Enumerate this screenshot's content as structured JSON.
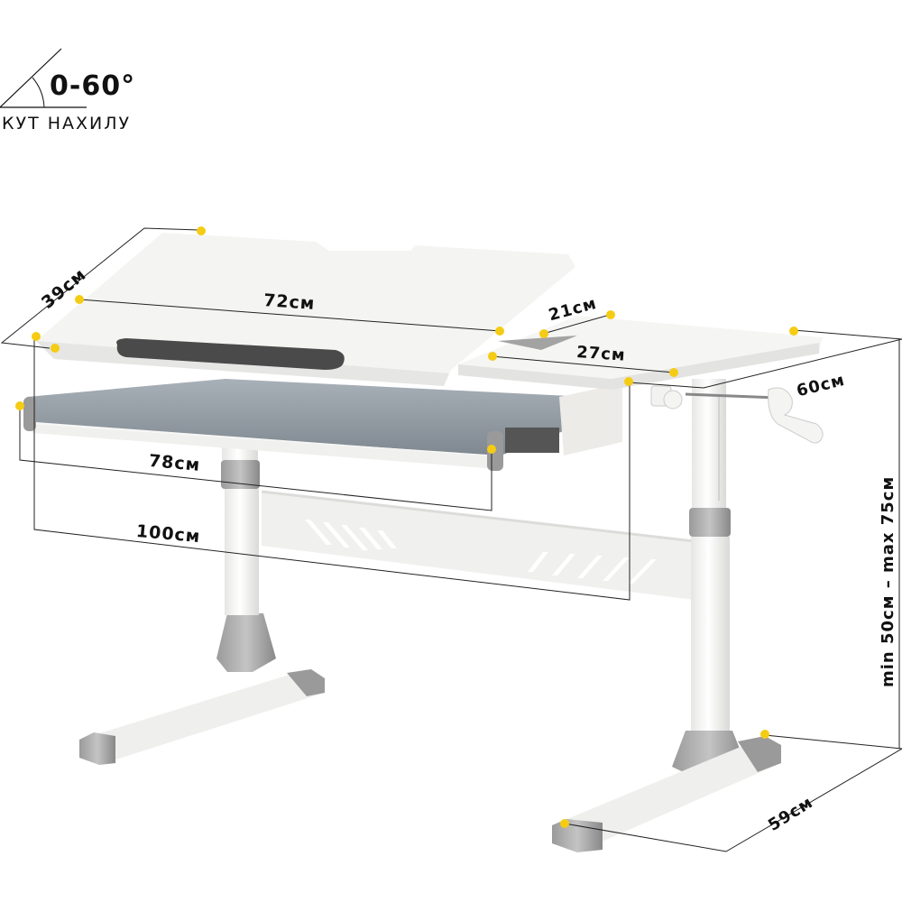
{
  "tilt": {
    "angle_value": "0-60°",
    "caption": "КУТ НАХИЛУ"
  },
  "dimensions": {
    "depth_top": "39см",
    "width_tilt_top": "72см",
    "fixed_depth": "21см",
    "fixed_width": "27см",
    "total_depth": "60см",
    "drawer_width": "78см",
    "total_width": "100см",
    "height_range": "min 50см – max 75см",
    "base_length": "59см"
  },
  "colors": {
    "marker": "#F5CC14",
    "desk_white": "#F3F3F1",
    "accent_gray": "#8C8C8C",
    "pad_dark": "#4A4A4A",
    "drawer_blue_gray": "#8E97A0",
    "line": "#222222"
  },
  "icons": [
    "angle-icon",
    "measurement-marker-icon",
    "crank-handle-icon"
  ]
}
